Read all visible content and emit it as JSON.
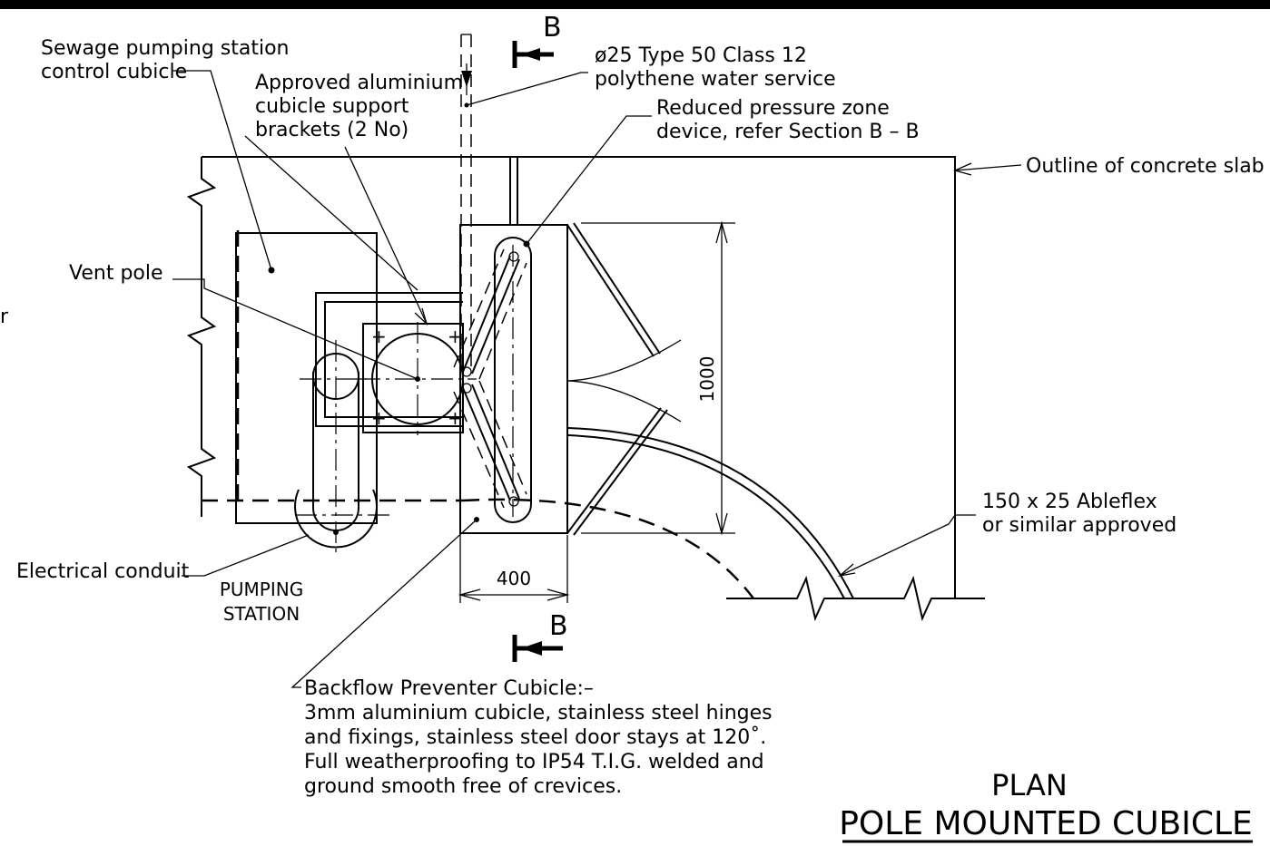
{
  "labels": {
    "control_cubicle": [
      "Sewage pumping station",
      "control cubicle"
    ],
    "brackets": [
      "Approved aluminium",
      "cubicle support",
      "brackets (2 No)"
    ],
    "water_service": [
      "ø25 Type 50 Class 12",
      "polythene water service"
    ],
    "rpz_device": [
      "Reduced pressure zone",
      "device, refer Section B – B"
    ],
    "concrete_slab": "Outline of concrete slab",
    "vent_pole": "Vent pole",
    "dimension_height": "1000",
    "dimension_width": "400",
    "ableflex": [
      "150 x 25 Ableflex",
      "or similar approved"
    ],
    "electrical_conduit": "Electrical conduit",
    "pumping_station": [
      "PUMPING",
      "STATION"
    ],
    "backflow_cubicle": [
      "Backflow Preventer Cubicle:–",
      "3mm aluminium cubicle, stainless steel hinges",
      "and fixings, stainless steel door stays at 120˚.",
      "Full weatherproofing to IP54 T.I.G. welded and",
      "ground smooth free of crevices."
    ],
    "edge_fragment": "r",
    "section_marker_top": "B",
    "section_marker_bottom": "B"
  },
  "title": {
    "view": "PLAN",
    "name": "POLE MOUNTED CUBICLE"
  }
}
